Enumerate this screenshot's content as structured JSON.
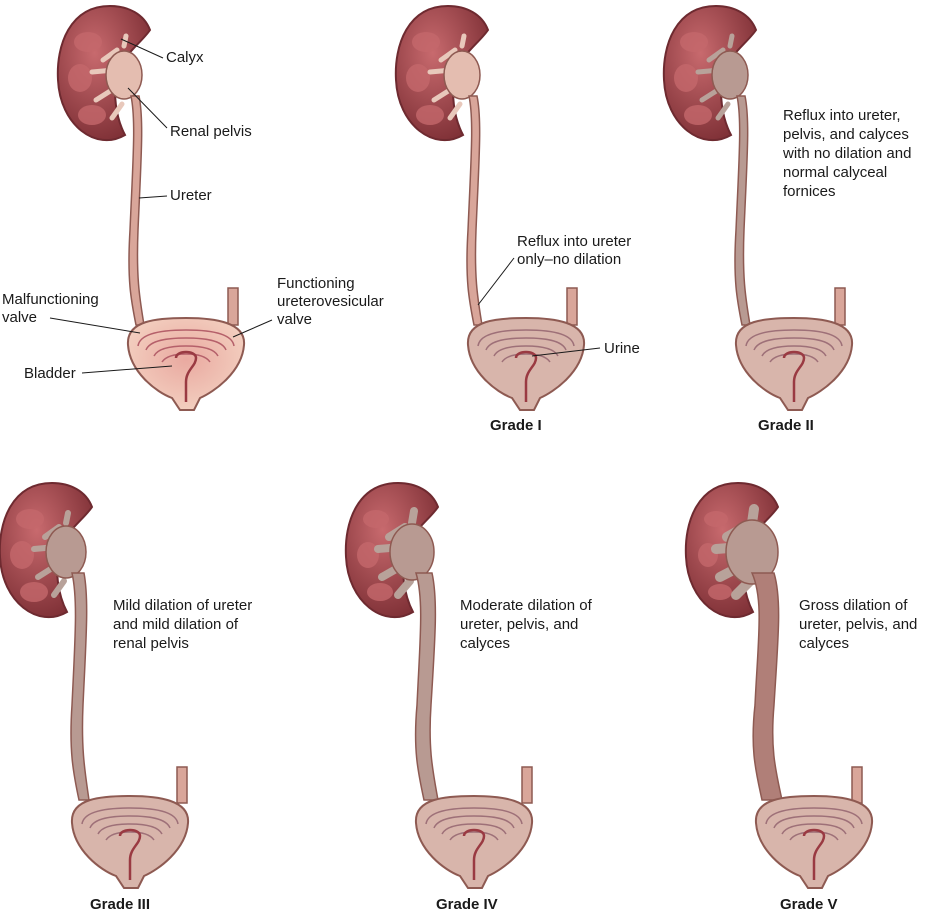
{
  "labels": {
    "calyx": "Calyx",
    "renal_pelvis": "Renal pelvis",
    "ureter": "Ureter",
    "malfunctioning_valve": [
      "Malfunctioning",
      "valve"
    ],
    "functioning_valve": [
      "Functioning",
      "ureterovesicular",
      "valve"
    ],
    "bladder": "Bladder",
    "reflux_ureter_only": [
      "Reflux into ureter",
      "only–no dilation"
    ],
    "urine": "Urine",
    "grade2_desc": [
      "Reflux into ureter,",
      "pelvis, and calyces",
      "with no dilation and",
      "normal calyceal",
      "fornices"
    ],
    "grade3_desc": [
      "Mild dilation of ureter",
      "and mild dilation of",
      "renal pelvis"
    ],
    "grade4_desc": [
      "Moderate dilation of",
      "ureter, pelvis, and",
      "calyces"
    ],
    "grade5_desc": [
      "Gross dilation of",
      "ureter, pelvis, and",
      "calyces"
    ]
  },
  "grades": {
    "grade1": "Grade I",
    "grade2": "Grade II",
    "grade3": "Grade III",
    "grade4": "Grade IV",
    "grade5": "Grade V"
  },
  "colors": {
    "kidney": "#a2494e",
    "kidney_dark": "#6e2a30",
    "tube": "#d9a69a",
    "urine_fill": "#b89a92",
    "bladder_wall": "#f0c7b5",
    "bladder_lines": "#b5606a"
  }
}
